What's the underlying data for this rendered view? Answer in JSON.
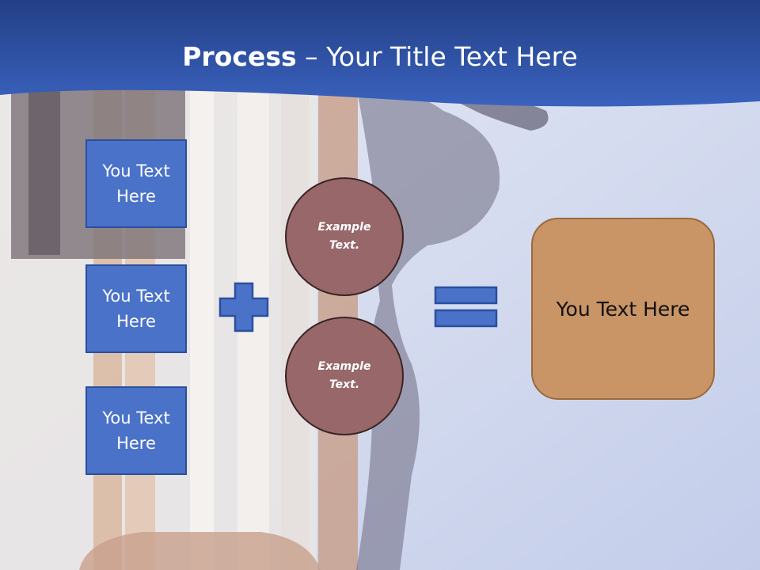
{
  "title": {
    "bold": "Process",
    "rest": " – Your Title Text Here"
  },
  "left_boxes": [
    {
      "line1": "You Text",
      "line2": "Here"
    },
    {
      "line1": "You Text",
      "line2": "Here"
    },
    {
      "line1": "You Text",
      "line2": "Here"
    }
  ],
  "circles": [
    {
      "line1": "Example",
      "line2": "Text."
    },
    {
      "line1": "Example",
      "line2": "Text."
    }
  ],
  "result": {
    "label": "You Text Here"
  },
  "operators": {
    "plus": "plus-icon",
    "equals": "equals-icon"
  },
  "colors": {
    "header_blue": "#2f55a8",
    "box_blue": "#4a72c8",
    "circle_mauve": "#98676a",
    "result_orange": "#c99566"
  }
}
